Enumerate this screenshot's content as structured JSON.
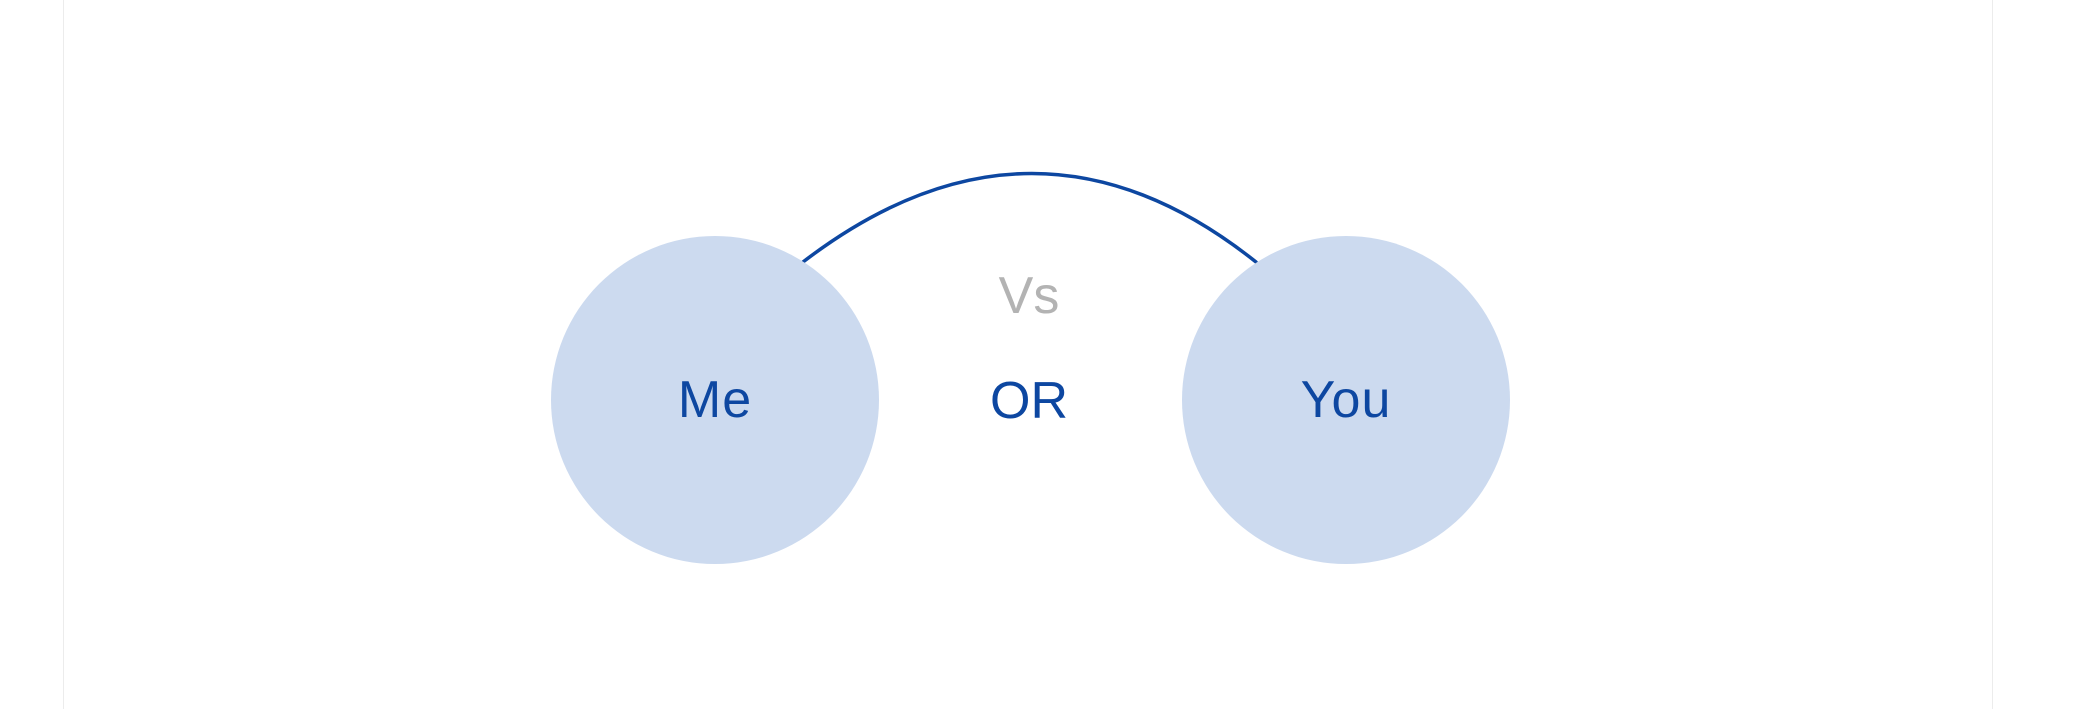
{
  "colors": {
    "circle_fill": "#ccdaef",
    "primary_text": "#0d47a1",
    "secondary_text": "#b3b3b3",
    "arc_stroke": "#0d47a1"
  },
  "diagram": {
    "left_label": "Me",
    "right_label": "You",
    "connector_label": "Vs",
    "center_label": "OR"
  }
}
